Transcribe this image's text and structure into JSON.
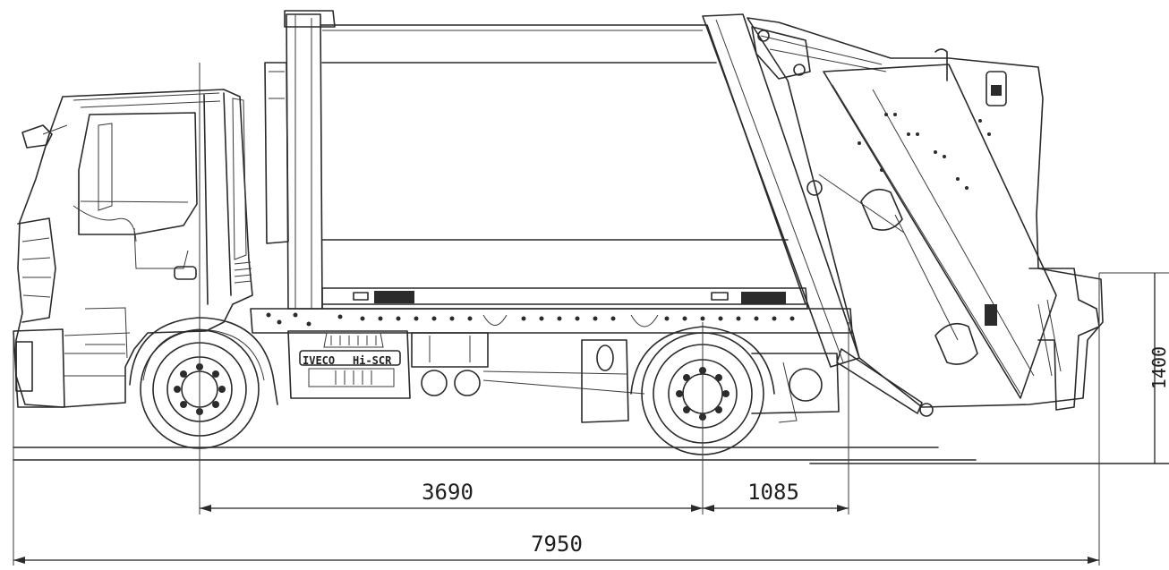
{
  "dimensions": {
    "wheelbase": "3690",
    "rear_to_pivot": "1085",
    "overall_length": "7950",
    "height_step": "1400"
  },
  "vehicle": {
    "brand_plate": "IVECO",
    "model_plate": "Hi-SCR"
  },
  "colors": {
    "line": "#2a2a2a",
    "background": "#ffffff"
  }
}
